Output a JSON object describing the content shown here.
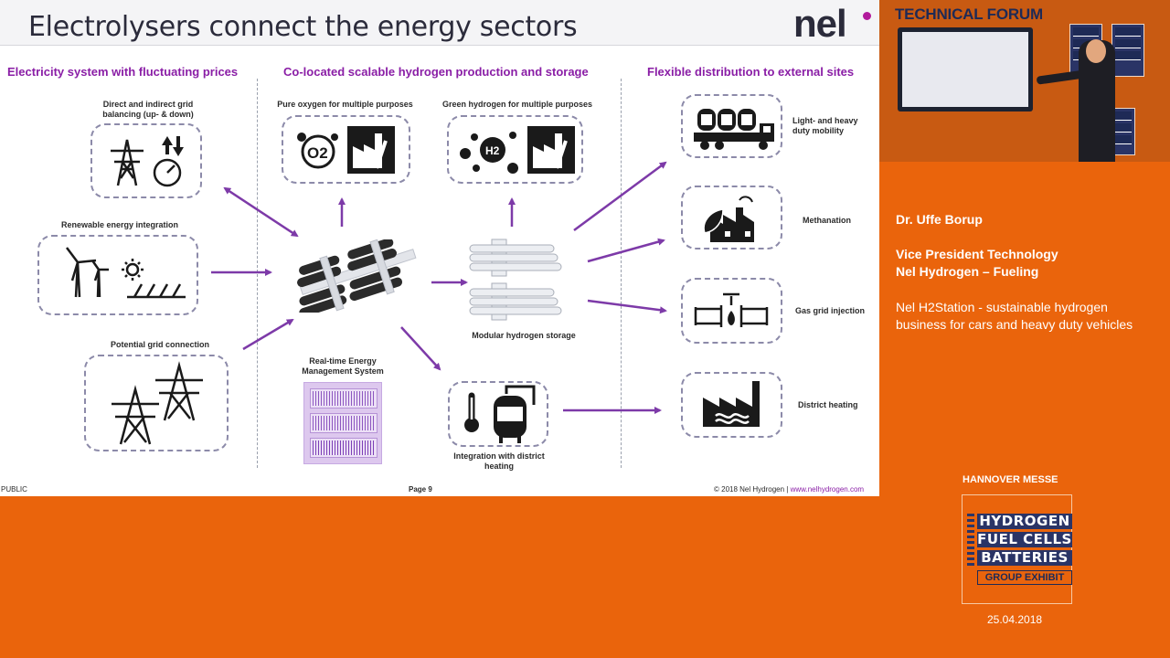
{
  "slide": {
    "title": "Electrolysers connect the energy sectors",
    "logo": "nel",
    "columns": [
      "Electricity system with fluctuating prices",
      "Co-located scalable hydrogen production and storage",
      "Flexible distribution to external sites"
    ],
    "labels": {
      "grid_balancing": "Direct and indirect grid balancing (up- & down)",
      "renewable": "Renewable energy integration",
      "grid_connection": "Potential grid connection",
      "oxygen": "Pure oxygen for multiple purposes",
      "green_h2": "Green hydrogen for multiple purposes",
      "storage": "Modular hydrogen storage",
      "ems": "Real-time Energy Management System",
      "district_integration": "Integration with district heating",
      "mobility": "Light- and heavy duty mobility",
      "methanation": "Methanation",
      "gas_grid": "Gas grid injection",
      "district_heating": "District heating"
    },
    "icon_text": {
      "o2": "O2",
      "h2": "H2"
    },
    "footer": {
      "classification": "PUBLIC",
      "page": "Page 9",
      "copyright": "© 2018 Nel Hydrogen | ",
      "link": "www.nelhydrogen.com"
    }
  },
  "video": {
    "forum_title": "TECHNICAL FORUM"
  },
  "speaker": {
    "name": "Dr. Uffe Borup",
    "role_line1": "Vice President Technology",
    "role_line2": "Nel Hydrogen – Fueling",
    "talk": "Nel H2Station - sustainable hydrogen business for cars and heavy duty vehicles"
  },
  "event": {
    "organizer": "HANNOVER MESSE",
    "logo_lines": [
      "HYDROGEN",
      "FUEL CELLS",
      "BATTERIES"
    ],
    "logo_sub": "GROUP EXHIBIT",
    "date": "25.04.2018"
  },
  "colors": {
    "accent_purple": "#8a1ea6",
    "arrow": "#7d3aa8",
    "background_orange": "#ea640c",
    "navy": "#2a3466"
  }
}
